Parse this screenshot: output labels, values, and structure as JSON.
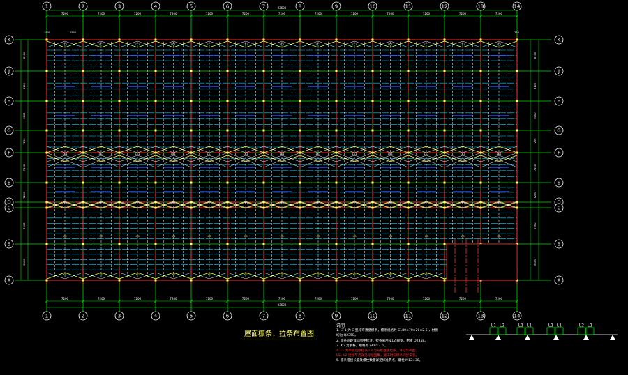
{
  "drawing": {
    "title": "屋面檩条、拉条布置图",
    "column_axes": [
      "1",
      "2",
      "3",
      "4",
      "5",
      "6",
      "7",
      "8",
      "9",
      "10",
      "11",
      "12",
      "13",
      "14"
    ],
    "row_axes": [
      "K",
      "J",
      "H",
      "G",
      "F",
      "E",
      "D",
      "C",
      "B",
      "A"
    ],
    "top_spans": [
      "7200",
      "7200",
      "7200",
      "7200",
      "7200",
      "7200",
      "7200",
      "7200",
      "7200",
      "7200",
      "7200",
      "7200",
      "7200"
    ],
    "bottom_spans": [
      "7200",
      "7200",
      "7200",
      "7200",
      "7200",
      "7200",
      "7200",
      "7200",
      "7200",
      "7200",
      "7200",
      "7200",
      "7200"
    ],
    "total_length": "93600",
    "left_spans": [
      "8100",
      "8100",
      "8100",
      "7200",
      "7200",
      "7200",
      "7200",
      "8100",
      "8100"
    ],
    "purlin_label": "LT-1",
    "tie_label": "XG",
    "corner_dims": [
      "1500",
      "1500",
      "750"
    ]
  },
  "notes": {
    "heading": "说明",
    "lines": [
      {
        "text": "1. LT-1 为 C 型冷弯薄壁檩条，檩条规格为 C180×70×20×2.5 ，材质",
        "color": "#ffffff"
      },
      {
        "text": "   均为 Q235B。",
        "color": "#ffffff"
      },
      {
        "text": "2. 檩条间距详见图中标注，拉条采用 φ12 圆钢，材质 Q235B。",
        "color": "#ffffff"
      },
      {
        "text": "3. XG 为系杆，规格为 φ89×3.0 。",
        "color": "#ffffff"
      },
      {
        "text": "4. L1 为单檩连接拉条 L2 为双檩连接拉条，详见节点图。",
        "color": "#ff3030"
      },
      {
        "text": "   L1、L2 连接节点详见标准图集，施工时与檩条同步安装。",
        "color": "#ff3030"
      },
      {
        "text": "5. 檩条搭接长度及螺栓数量详见标准节点，螺栓 M12×30。",
        "color": "#ffffff"
      }
    ]
  },
  "legend": {
    "labels": [
      "L1",
      "L2",
      "L1",
      "L1",
      "L1",
      "L1",
      "L2",
      "L1"
    ]
  },
  "colors": {
    "background": "#000000",
    "axis_green": "#00dd00",
    "column_red": "#ff2a2a",
    "purlin_cyan": "#00d8ff",
    "tie_white": "#ffffff",
    "brace_yellow": "#ffff66",
    "grid_blue": "#3a5aff"
  }
}
